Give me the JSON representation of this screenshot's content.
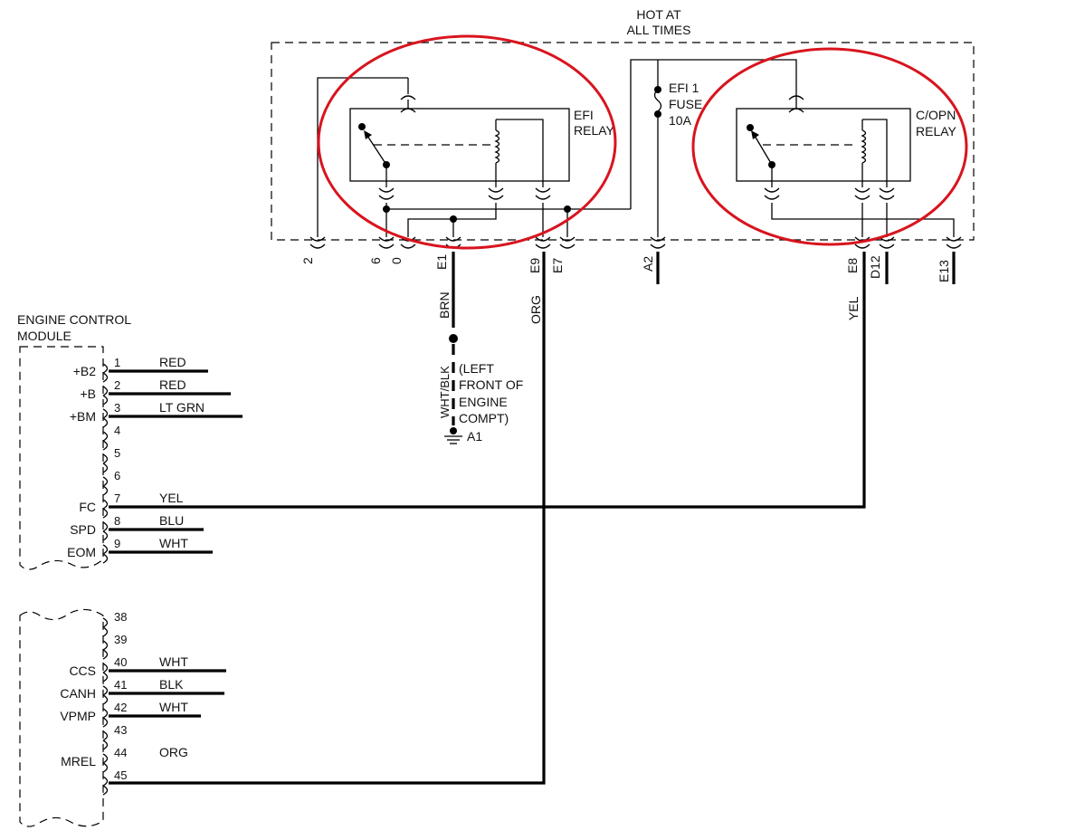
{
  "colors": {
    "highlight": "#d8141e",
    "line": "#000000"
  },
  "header": {
    "hot_line1": "HOT AT",
    "hot_line2": "ALL TIMES"
  },
  "efi_relay": {
    "line1": "EFI",
    "line2": "RELAY"
  },
  "copn_relay": {
    "line1": "C/OPN",
    "line2": "RELAY"
  },
  "fuse": {
    "line1": "EFI 1",
    "line2": "FUSE",
    "line3": "10A"
  },
  "connectors": {
    "c2": "2",
    "c6": "6",
    "c0": "0",
    "e1": "E1",
    "e9": "E9",
    "e7": "E7",
    "a2": "A2",
    "e8": "E8",
    "d12": "D12",
    "e13": "E13"
  },
  "wires": {
    "brn": "BRN",
    "org": "ORG",
    "yel": "YEL",
    "wht_blk": "WHT/BLK"
  },
  "ground": {
    "line1": "(LEFT",
    "line2": "FRONT OF",
    "line3": "ENGINE",
    "line4": "COMPT)",
    "id": "A1"
  },
  "ecm": {
    "title_line1": "ENGINE CONTROL",
    "title_line2": "MODULE",
    "pins_top": [
      {
        "num": "1",
        "name": "+B2",
        "color": "RED"
      },
      {
        "num": "2",
        "name": "+B",
        "color": "RED"
      },
      {
        "num": "3",
        "name": "+BM",
        "color": "LT GRN"
      },
      {
        "num": "4",
        "name": "",
        "color": ""
      },
      {
        "num": "5",
        "name": "",
        "color": ""
      },
      {
        "num": "6",
        "name": "",
        "color": ""
      },
      {
        "num": "7",
        "name": "FC",
        "color": "YEL"
      },
      {
        "num": "8",
        "name": "SPD",
        "color": "BLU"
      },
      {
        "num": "9",
        "name": "EOM",
        "color": "WHT"
      }
    ],
    "pins_bottom": [
      {
        "num": "38",
        "name": "",
        "color": ""
      },
      {
        "num": "39",
        "name": "",
        "color": ""
      },
      {
        "num": "40",
        "name": "CCS",
        "color": "WHT"
      },
      {
        "num": "41",
        "name": "CANH",
        "color": "BLK"
      },
      {
        "num": "42",
        "name": "VPMP",
        "color": "WHT"
      },
      {
        "num": "43",
        "name": "",
        "color": ""
      },
      {
        "num": "44",
        "name": "MREL",
        "color": "ORG"
      },
      {
        "num": "45",
        "name": "",
        "color": ""
      }
    ]
  }
}
